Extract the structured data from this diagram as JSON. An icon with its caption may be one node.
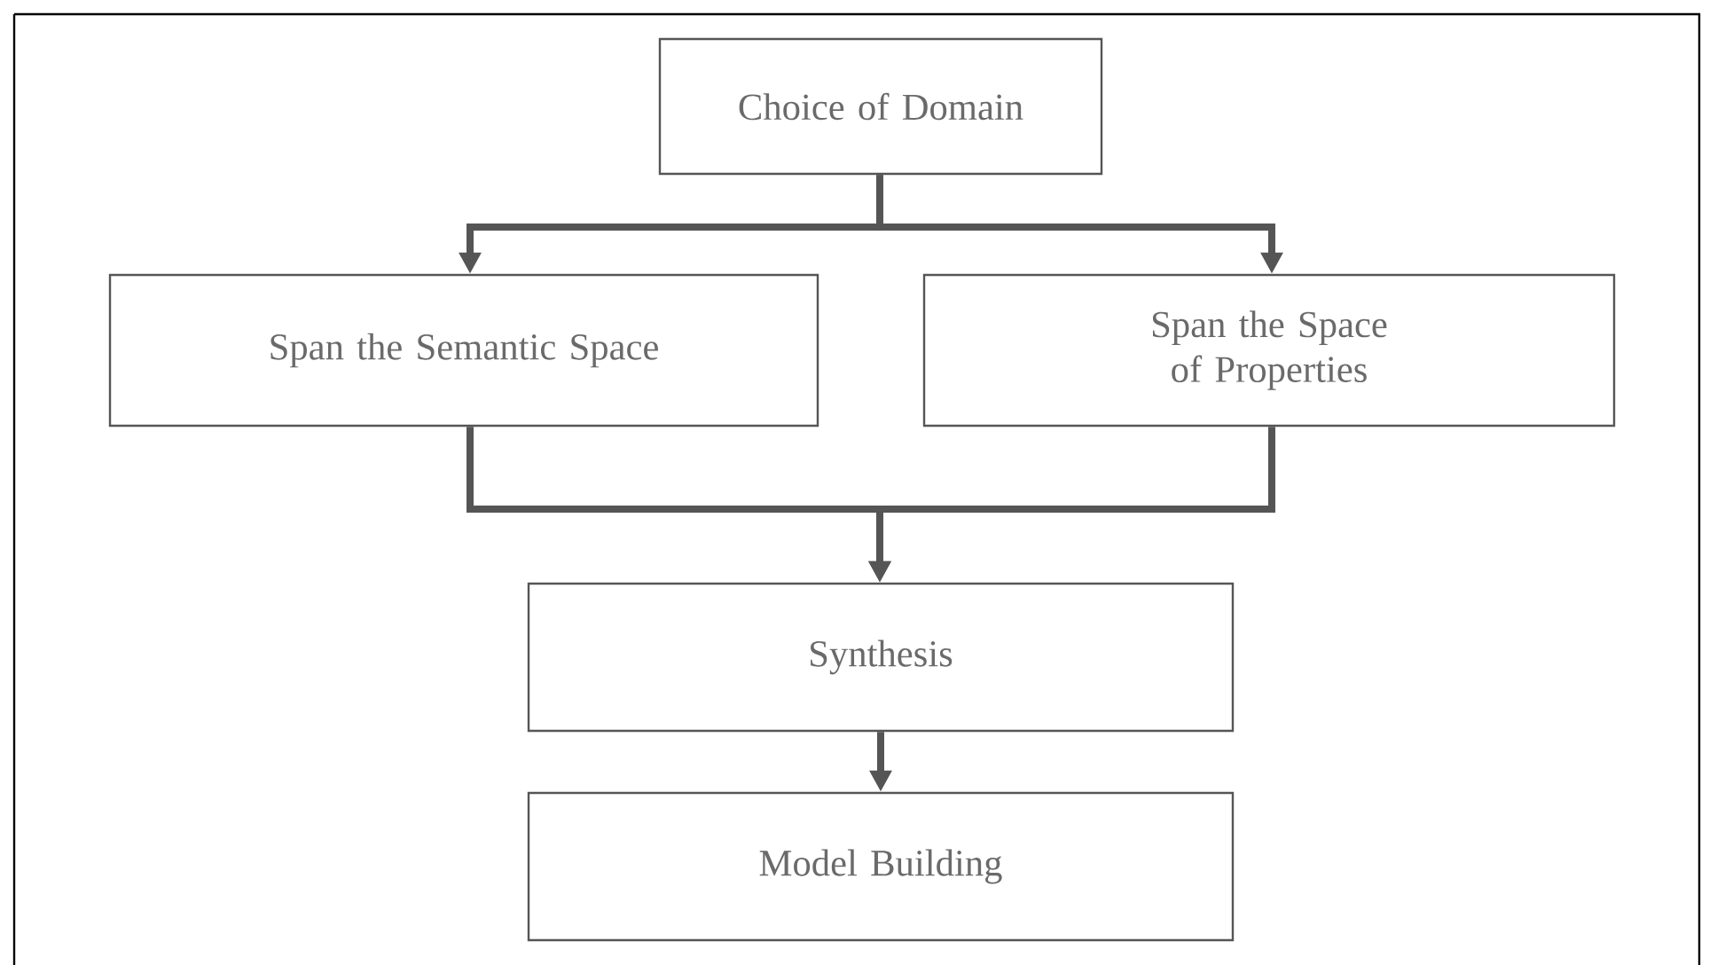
{
  "diagram": {
    "nodes": [
      {
        "text": [
          "Choice of Domain"
        ]
      },
      {
        "text": [
          "Span the Semantic Space"
        ]
      },
      {
        "text": [
          "Span the Space of Properties"
        ]
      },
      {
        "text": [
          "Synthesis"
        ]
      },
      {
        "text": [
          "Model Building"
        ]
      }
    ],
    "edges": [
      {
        "from": 0,
        "to": 1,
        "arrow": "to"
      },
      {
        "from": 0,
        "to": 2,
        "arrow": "to"
      },
      {
        "from": 1,
        "to": 3,
        "arrow": "to"
      },
      {
        "from": 2,
        "to": 3,
        "arrow": "to"
      },
      {
        "from": 3,
        "to": 4,
        "arrow": "to"
      }
    ]
  }
}
